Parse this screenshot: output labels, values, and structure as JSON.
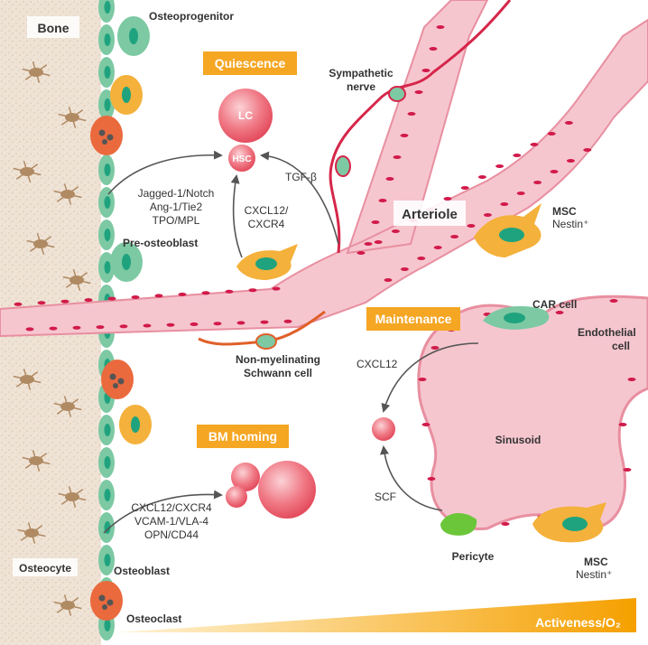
{
  "labels": {
    "bone": "Bone",
    "osteoprogenitor": "Osteoprogenitor",
    "pre_osteoblast": "Pre-osteoblast",
    "osteocyte": "Osteocyte",
    "osteoblast": "Osteoblast",
    "osteoclast": "Osteoclast",
    "sympathetic_nerve_1": "Sympathetic",
    "sympathetic_nerve_2": "nerve",
    "arteriole": "Arteriole",
    "msc_top": "MSC",
    "nestin_top": "Nestin⁺",
    "schwann_1": "Non-myelinating",
    "schwann_2": "Schwann cell",
    "car_cell": "CAR cell",
    "endothelial_1": "Endothelial",
    "endothelial_2": "cell",
    "sinusoid": "Sinusoid",
    "pericyte": "Pericyte",
    "msc_bottom": "MSC",
    "nestin_bottom": "Nestin⁺",
    "lc": "LC",
    "hsc": "HSC"
  },
  "boxes": {
    "quiescence": "Quiescence",
    "maintenance": "Maintenance",
    "bm_homing": "BM homing"
  },
  "signals": {
    "jagged": "Jagged-1/Notch",
    "ang": "Ang-1/Tie2",
    "tpo": "TPO/MPL",
    "cxcl12_cxcr4_a": "CXCL12/",
    "cxcl12_cxcr4_b": "CXCR4",
    "tgf": "TGF-β",
    "cxcl12": "CXCL12",
    "scf": "SCF",
    "homing_1": "CXCL12/CXCR4",
    "homing_2": "VCAM-1/VLA-4",
    "homing_3": "OPN/CD44"
  },
  "gradient_label": "Activeness/O₂",
  "colors": {
    "vessel": "#f6c6cf",
    "vessel_edge": "#e88fa0",
    "vessel_nuclei": "#d11b4a",
    "nerve": "#d6264a",
    "schwann_nerve": "#e0602a",
    "bone_bg": "#efe3d6",
    "osteocyte": "#b08a63",
    "osteoblast": "#7cc9a3",
    "osteoclast": "#ea6a3e",
    "msc": "#f4b13b",
    "pericyte": "#6cc63a",
    "box": "#f5a623",
    "cell_pink": "#ef5a6b",
    "arrow": "#555555"
  }
}
